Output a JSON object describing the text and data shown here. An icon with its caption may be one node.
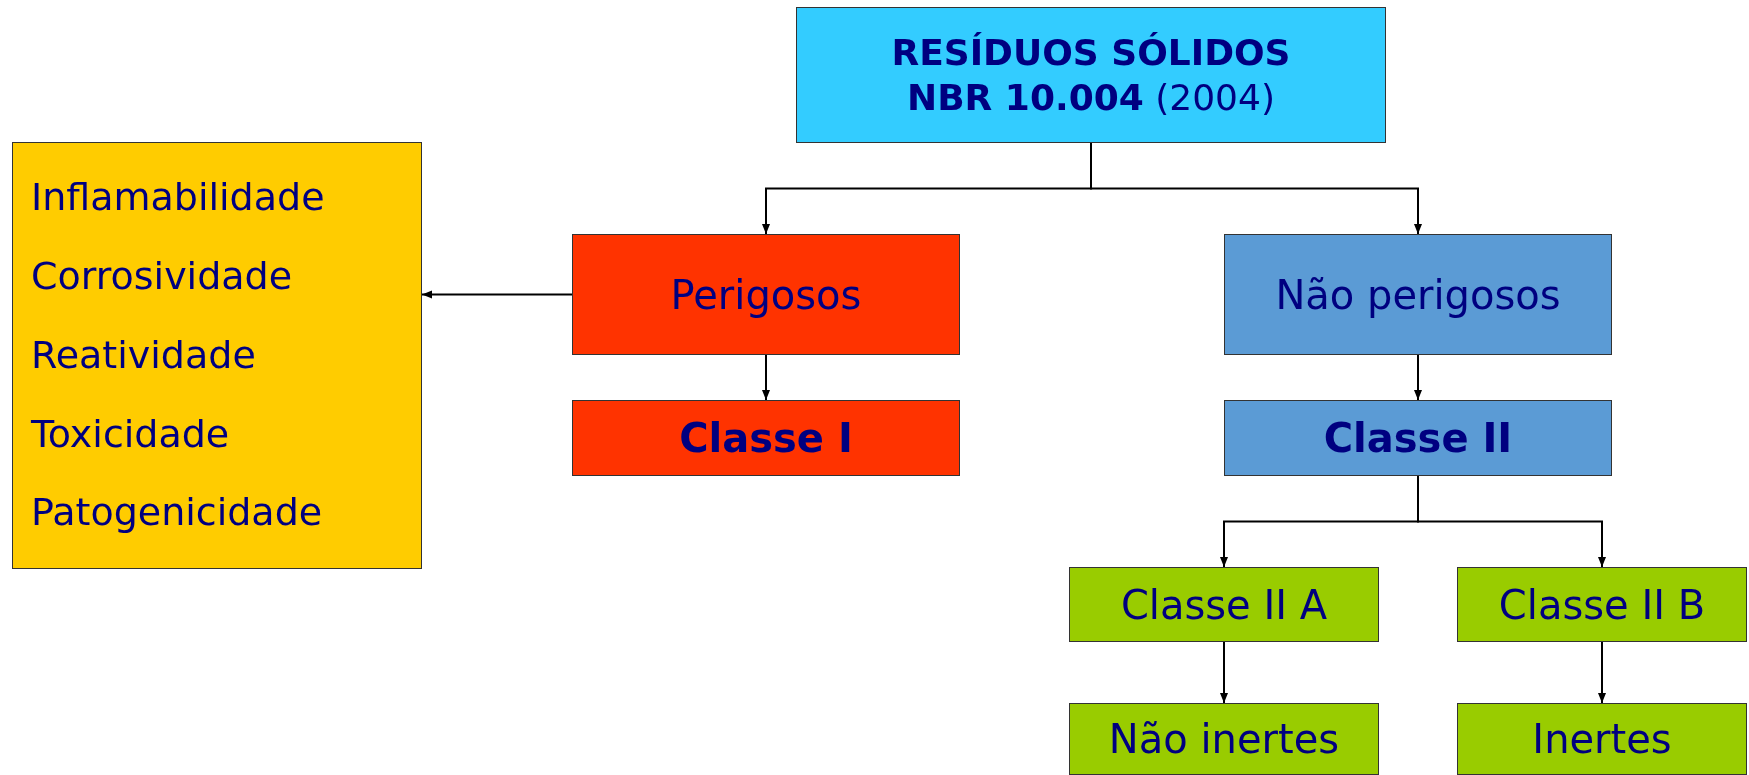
{
  "diagram": {
    "nodes": [
      {
        "text": [
          "RESÍDUOS SÓLIDOS",
          "**NBR 10.004** (2004)"
        ]
      },
      {
        "text": [
          "Inflamabilidade",
          "Corrosividade",
          "Reatividade",
          "Toxicidade",
          "Patogenicidade"
        ]
      },
      {
        "text": [
          "Perigosos"
        ]
      },
      {
        "text": [
          "Classe I"
        ]
      },
      {
        "text": [
          "Não perigosos"
        ]
      },
      {
        "text": [
          "Classe II"
        ]
      },
      {
        "text": [
          "Classe II A"
        ]
      },
      {
        "text": [
          "Classe II B"
        ]
      },
      {
        "text": [
          "Não inertes"
        ]
      },
      {
        "text": [
          "Inertes"
        ]
      }
    ],
    "edges": [
      {
        "from": 0,
        "to": 2,
        "arrow": "to"
      },
      {
        "from": 0,
        "to": 4,
        "arrow": "to"
      },
      {
        "from": 2,
        "to": 1,
        "arrow": "to"
      },
      {
        "from": 2,
        "to": 3,
        "arrow": "to"
      },
      {
        "from": 4,
        "to": 5,
        "arrow": "to"
      },
      {
        "from": 5,
        "to": 6,
        "arrow": "to"
      },
      {
        "from": 5,
        "to": 7,
        "arrow": "to"
      },
      {
        "from": 6,
        "to": 8,
        "arrow": "to"
      },
      {
        "from": 7,
        "to": 9,
        "arrow": "to"
      }
    ]
  }
}
